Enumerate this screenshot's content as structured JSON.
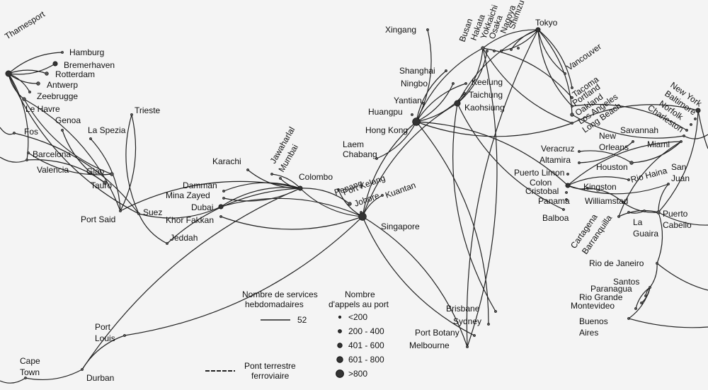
{
  "ports": [
    {
      "id": "thamesport",
      "label": "Thamesport",
      "size": 4
    },
    {
      "id": "hamburg",
      "label": "Hamburg",
      "size": 1
    },
    {
      "id": "bremerhaven",
      "label": "Bremerhaven",
      "size": 3
    },
    {
      "id": "rotterdam",
      "label": "Rotterdam",
      "size": 2
    },
    {
      "id": "antwerp",
      "label": "Antwerp",
      "size": 2
    },
    {
      "id": "zeebrugge",
      "label": "Zeebrugge",
      "size": 1
    },
    {
      "id": "lehavre",
      "label": "Le Havre",
      "size": 2
    },
    {
      "id": "fos",
      "label": "Fos",
      "size": 1
    },
    {
      "id": "genoa",
      "label": "Genoa",
      "size": 1
    },
    {
      "id": "laspezia",
      "label": "La Spezia",
      "size": 1
    },
    {
      "id": "barcelona",
      "label": "Barcelona",
      "size": 1
    },
    {
      "id": "valencia",
      "label": "Valencia",
      "size": 1
    },
    {
      "id": "giao",
      "label": "Giao",
      "size": 2
    },
    {
      "id": "tauro",
      "label": "Tauro",
      "size": 2
    },
    {
      "id": "trieste",
      "label": "Trieste",
      "size": 1
    },
    {
      "id": "portsaid",
      "label": "Port Said",
      "size": 1
    },
    {
      "id": "suez",
      "label": "Suez",
      "size": 1
    },
    {
      "id": "jeddah",
      "label": "Jeddah",
      "size": 1
    },
    {
      "id": "karachi",
      "label": "Karachi",
      "size": 1
    },
    {
      "id": "jawaharlal",
      "label": "Jawaharlal",
      "size": 1
    },
    {
      "id": "mumbai",
      "label": "Mumbai",
      "size": 1
    },
    {
      "id": "colombo",
      "label": "Colombo",
      "size": 3
    },
    {
      "id": "damman",
      "label": "Damman",
      "size": 1
    },
    {
      "id": "minazayed",
      "label": "Mina Zayed",
      "size": 1
    },
    {
      "id": "dubai",
      "label": "Dubai",
      "size": 3
    },
    {
      "id": "khorfakkan",
      "label": "Khor Fakkan",
      "size": 1
    },
    {
      "id": "laemchabang",
      "label": "Laem Chabang",
      "size": 1
    },
    {
      "id": "penang",
      "label": "Penang",
      "size": 1
    },
    {
      "id": "portkelang",
      "label": "Port Kelang",
      "size": 2
    },
    {
      "id": "johore",
      "label": "Johore",
      "size": 1
    },
    {
      "id": "kuantan",
      "label": "Kuantan",
      "size": 1
    },
    {
      "id": "singapore",
      "label": "Singapore",
      "size": 5
    },
    {
      "id": "xingang",
      "label": "Xingang",
      "size": 1
    },
    {
      "id": "shanghai",
      "label": "Shanghai",
      "size": 1
    },
    {
      "id": "ningbo",
      "label": "Ningbo",
      "size": 1
    },
    {
      "id": "yantian",
      "label": "Yantian",
      "size": 1
    },
    {
      "id": "huangpu",
      "label": "Huangpu",
      "size": 1
    },
    {
      "id": "hongkong",
      "label": "Hong Kong",
      "size": 5
    },
    {
      "id": "keelung",
      "label": "Keelung",
      "size": 1
    },
    {
      "id": "taichung",
      "label": "Taichung",
      "size": 1
    },
    {
      "id": "kaohsiung",
      "label": "Kaohsiung",
      "size": 4
    },
    {
      "id": "busan",
      "label": "Busan",
      "size": 2
    },
    {
      "id": "hakata",
      "label": "Hakata",
      "size": 1
    },
    {
      "id": "yokkaichi",
      "label": "Yokkaichi",
      "size": 1
    },
    {
      "id": "osaka",
      "label": "Osaka",
      "size": 1
    },
    {
      "id": "nagoya",
      "label": "Nagoya",
      "size": 1
    },
    {
      "id": "shimizu",
      "label": "Shimizu",
      "size": 1
    },
    {
      "id": "tokyo",
      "label": "Tokyo",
      "size": 3
    },
    {
      "id": "vancouver",
      "label": "Vancouver",
      "size": 1
    },
    {
      "id": "tacoma",
      "label": "Tacoma",
      "size": 1
    },
    {
      "id": "portland",
      "label": "Portland",
      "size": 1
    },
    {
      "id": "oakland",
      "label": "Oakland",
      "size": 1
    },
    {
      "id": "losangeles",
      "label": "Los Angeles",
      "size": 2
    },
    {
      "id": "longbeach",
      "label": "Long Beach",
      "size": 1
    },
    {
      "id": "newyork",
      "label": "New York",
      "size": 3
    },
    {
      "id": "baltimore",
      "label": "Baltimore",
      "size": 1
    },
    {
      "id": "norfolk",
      "label": "Norfolk",
      "size": 1
    },
    {
      "id": "charleston",
      "label": "Charleston",
      "size": 1
    },
    {
      "id": "savannah",
      "label": "Savannah",
      "size": 1
    },
    {
      "id": "neworleans",
      "label": "New Orleans",
      "size": 1
    },
    {
      "id": "miami",
      "label": "Miami",
      "size": 1
    },
    {
      "id": "houston",
      "label": "Houston",
      "size": 2
    },
    {
      "id": "veracruz",
      "label": "Veracruz",
      "size": 1
    },
    {
      "id": "altamira",
      "label": "Altamira",
      "size": 1
    },
    {
      "id": "puertolimon",
      "label": "Puerto Limon",
      "size": 1
    },
    {
      "id": "colon",
      "label": "Colon",
      "size": 3
    },
    {
      "id": "cristobal",
      "label": "Cristobal",
      "size": 1
    },
    {
      "id": "panama",
      "label": "Panama",
      "size": 1
    },
    {
      "id": "balboa",
      "label": "Balboa",
      "size": 1
    },
    {
      "id": "kingston",
      "label": "Kingston",
      "size": 1
    },
    {
      "id": "riohaina",
      "label": "Rio Haina",
      "size": 1
    },
    {
      "id": "sanjuan",
      "label": "San Juan",
      "size": 1
    },
    {
      "id": "williamstad",
      "label": "Williamstad",
      "size": 1
    },
    {
      "id": "cartagena",
      "label": "Cartagena",
      "size": 1
    },
    {
      "id": "barranquilla",
      "label": "Barranquilla",
      "size": 1
    },
    {
      "id": "laguaira",
      "label": "La Guaira",
      "size": 1
    },
    {
      "id": "puertocabello",
      "label": "Puerto Cabello",
      "size": 2
    },
    {
      "id": "riodejaneiro",
      "label": "Rio de Janeiro",
      "size": 1
    },
    {
      "id": "santos",
      "label": "Santos",
      "size": 1
    },
    {
      "id": "paranagua",
      "label": "Paranagua",
      "size": 1
    },
    {
      "id": "riogrande",
      "label": "Rio Grande",
      "size": 1
    },
    {
      "id": "montevideo",
      "label": "Montevideo",
      "size": 1
    },
    {
      "id": "buenosaires",
      "label": "Buenos Aires",
      "size": 1
    },
    {
      "id": "brisbane",
      "label": "Brisbane",
      "size": 1
    },
    {
      "id": "sydney",
      "label": "Sydney",
      "size": 1
    },
    {
      "id": "portbotany",
      "label": "Port Botany",
      "size": 1
    },
    {
      "id": "melbourne",
      "label": "Melbourne",
      "size": 1
    },
    {
      "id": "portlouis",
      "label": "Port Louis",
      "size": 1
    },
    {
      "id": "capetown",
      "label": "Cape Town",
      "size": 1
    },
    {
      "id": "durban",
      "label": "Durban",
      "size": 1
    }
  ],
  "legend": {
    "services_title_1": "Nombre de services",
    "services_title_2": "hebdomadaires",
    "services_value": "52",
    "calls_title_1": "Nombre",
    "calls_title_2": "d'appels au port",
    "calls_classes": [
      "<200",
      "200 - 400",
      "401 - 600",
      "601 - 800",
      ">800"
    ],
    "rail_label_1": "Pont terrestre",
    "rail_label_2": "ferroviaire"
  }
}
